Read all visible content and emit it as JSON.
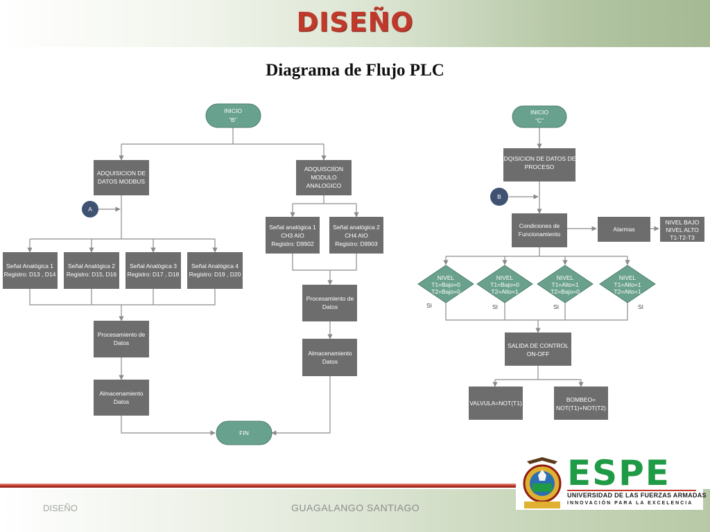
{
  "slide": {
    "title": "DISEÑO",
    "subtitle": "Diagrama de Flujo PLC"
  },
  "flow_b": {
    "start": [
      "INICIO",
      "“B”"
    ],
    "modbus": [
      "ADQUISICION DE",
      "DATOS MODBUS"
    ],
    "connector_a": "A",
    "signal_1": [
      "Señal Analógica 1",
      "Registro: D13 , D14"
    ],
    "signal_2": [
      "Señal Analógica 2",
      "Registro: D15, D16"
    ],
    "signal_3": [
      "Señal Analógica 3",
      "Registro: D17 , D18"
    ],
    "signal_4": [
      "Señal Analógica 4",
      "Registro: D19 , D20"
    ],
    "process_left": [
      "Procesamiento de",
      "Datos"
    ],
    "storage_left": [
      "Almacenamiento",
      "Datos"
    ],
    "analog_module": [
      "ADQUISCIÍON",
      "MODULO",
      "ANALOGICO"
    ],
    "ch3": [
      "Señal analógica 1",
      "CH3 AIO",
      "Registro: D9902"
    ],
    "ch4": [
      "Señal analógica 2",
      "CH4 AIO",
      "Registro: D9903"
    ],
    "process_right": [
      "Procesamiento de",
      "Datos"
    ],
    "storage_right": [
      "Almacenamiento",
      "Datos"
    ],
    "end": "FIN"
  },
  "flow_c": {
    "start": [
      "INICIO",
      "“C”"
    ],
    "acquisition": [
      "ADQISICION DE DATOS DEL",
      "PROCESO"
    ],
    "connector_b": "B",
    "conditions": [
      "Condiciones de",
      "Funcionamiento"
    ],
    "alarms": "Alarmas",
    "levels": [
      "NIVEL BAJO",
      "NIVEL ALTO",
      "T1-T2-T3"
    ],
    "decision_1": [
      "NIVEL",
      "T1=Bajo=0",
      "T2=Bajo=0"
    ],
    "decision_2": [
      "NIVEL",
      "T1=Bajo=0",
      "T2=Alto=1"
    ],
    "decision_3": [
      "NIVEL",
      "T1=Alto=1",
      "T2=Bajo=0"
    ],
    "decision_4": [
      "NIVEL",
      "T1=Alto=1",
      "T2=Alto=1"
    ],
    "yes_label": "SI",
    "control_output": [
      "SALIDA DE CONTROL",
      "ON-OFF"
    ],
    "valve": "VALVULA=NOT(T1)",
    "pump": [
      "BOMBEO=",
      "NOT(T1)+NOT(T2)"
    ]
  },
  "footer": {
    "section": "DISEÑO",
    "author": "GUAGALANGO SANTIAGO",
    "logo_name": "ESPE",
    "logo_university": "UNIVERSIDAD DE LAS FUERZAS ARMADAS",
    "logo_tagline": "INNOVACIÓN PARA LA EXCELENCIA",
    "brand_green": "#1f9a45",
    "accent_red": "#c0392b"
  }
}
